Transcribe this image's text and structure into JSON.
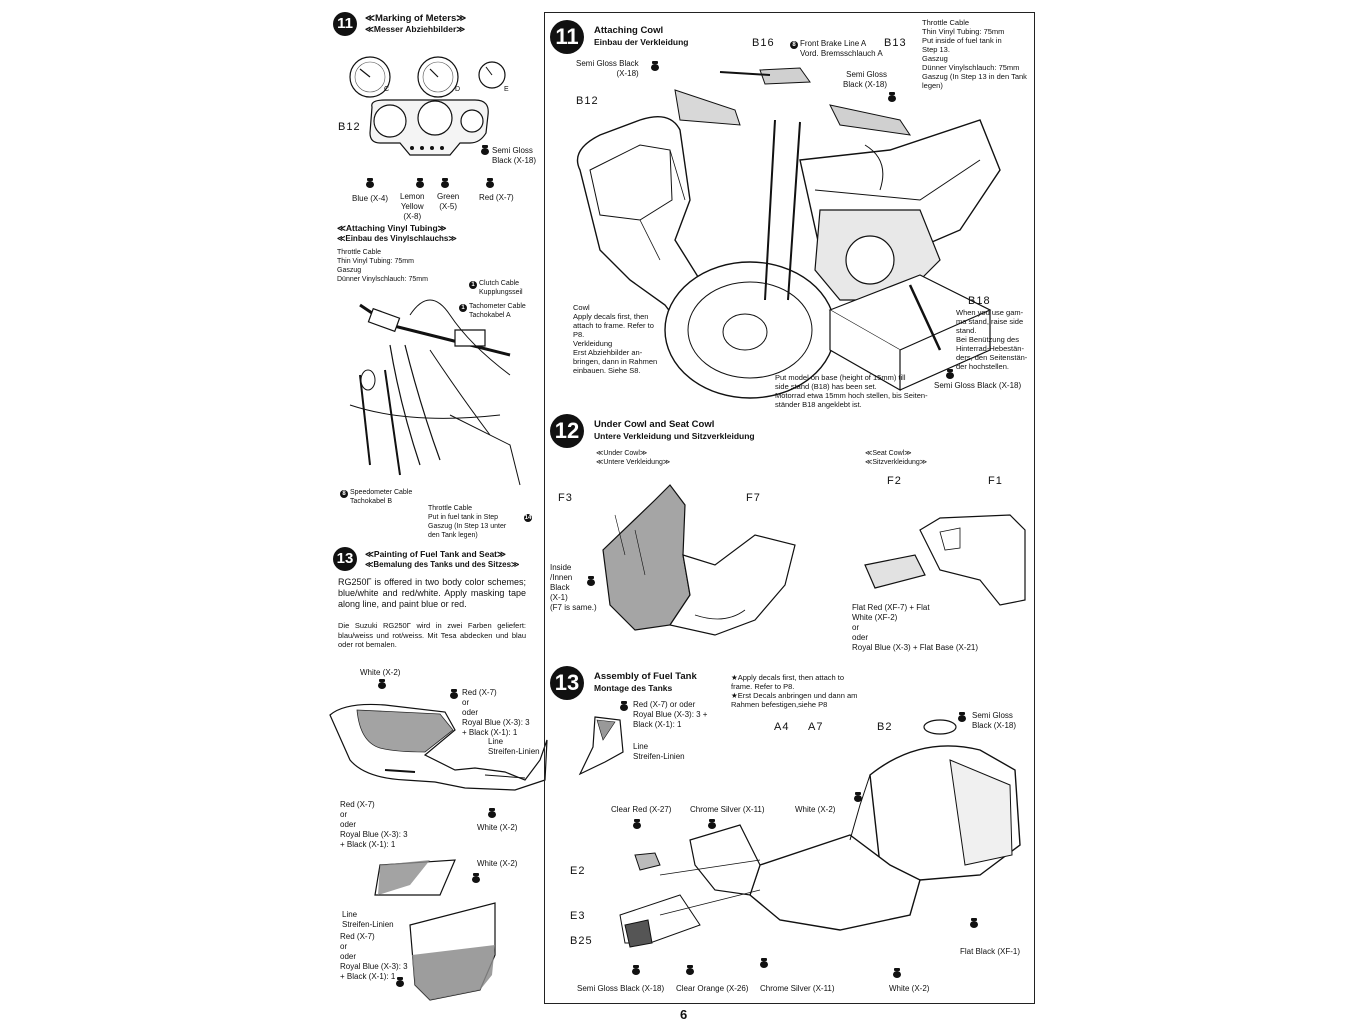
{
  "left": {
    "s11": {
      "num": "11",
      "title_en": "≪Marking of Meters≫",
      "title_de": "≪Messer Abziehbilder≫",
      "meter_c": "C",
      "meter_d": "D",
      "meter_e": "E",
      "part_b12": "B12",
      "semi_gloss": "Semi Gloss\nBlack (X-18)",
      "blue": "Blue (X-4)",
      "lemon": "Lemon\nYellow\n(X-8)",
      "green": "Green\n(X-5)",
      "red": "Red (X-7)"
    },
    "vinyl": {
      "title_en": "≪Attaching Vinyl Tubing≫",
      "title_de": "≪Einbau des Vinylschlauchs≫",
      "throttle": "Throttle Cable\nThin Vinyl Tubing: 75mm\nGaszug\nDünner Vinylschlauch: 75mm",
      "clutch_num": "1",
      "clutch": "Clutch Cable\nKupplungsseil",
      "tacho_num": "1",
      "tacho": "Tachometer Cable\nTachokabel A",
      "speedo_num": "8",
      "speedo": "Speedometer Cable\nTachokabel B",
      "throttle2": "Throttle Cable\nPut in fuel tank in Step\nGaszug (In Step 13 unter\nden Tank legen)",
      "step14": "14"
    },
    "s13": {
      "num": "13",
      "title_en": "≪Painting of Fuel Tank and Seat≫",
      "title_de": "≪Bemalung des Tanks und des Sitzes≫",
      "text_en": "RG250Γ is offered in two body color schemes; blue/white and red/white. Apply masking tape along line, and paint blue or red.",
      "text_de": "Die Suzuki RG250Γ wird in zwei Farben geliefert: blau/weiss und rot/weiss. Mit Tesa abdecken und blau oder rot bemalen.",
      "white_top": "White (X-2)",
      "red_opt_1": "Red (X-7)\nor\noder\nRoyal Blue (X-3): 3\n+ Black (X-1): 1",
      "line_1": "Line\nStreifen-Linien",
      "white_mid": "White (X-2)",
      "red_opt_2": "Red (X-7)\nor\noder\nRoyal Blue (X-3): 3\n+ Black (X-1): 1",
      "white_low": "White (X-2)",
      "line_2": "Line\nStreifen-Linien",
      "red_opt_3": "Red (X-7)\nor\noder\nRoyal Blue (X-3): 3\n+ Black (X-1): 1"
    }
  },
  "right": {
    "cowl": {
      "num": "11",
      "title_en": "Attaching Cowl",
      "title_de": "Einbau der Verkleidung",
      "b16": "B16",
      "front_brake_num": "8",
      "front_brake": "Front Brake Line A\nVord. Bremsschlauch A",
      "b13": "B13",
      "throttle": "Throttle Cable\nThin Vinyl Tubing: 75mm\nPut inside of fuel tank in\nStep 13.\nGaszug\nDünner Vinylschlauch: 75mm\nGaszug (In Step 13 in den Tank\nlegen)",
      "semi_gloss_l": "Semi Gloss Black\n(X-18)",
      "semi_gloss_r": "Semi Gloss\nBlack (X-18)",
      "b12": "B12",
      "cowl_text": "Cowl\nApply decals first, then\nattach to frame. Refer to\nP8.\nVerkleidung\nErst Abziehbilder an-\nbringen, dann in Rahmen\neinbauen. Siehe S8.",
      "b18": "B18",
      "stand_text": "When you use gam-\nma stand, raise side\nstand.\nBei Benützung des\nHinterrad-Hebestän-\nders, den Seitenstän-\nder hochstellen.",
      "base_text": "Put model on base (height of 15mm) till\nside stand (B18) has been set.\nMotorrad etwa 15mm hoch stellen, bis Seiten-\nständer B18 angeklebt ist.",
      "semi_gloss_b": "Semi Gloss Black (X-18)"
    },
    "s12": {
      "num": "12",
      "title_en": "Under Cowl and Seat Cowl",
      "title_de": "Untere Verkleidung und Sitzverkleidung",
      "under_en": "≪Under Cowl≫",
      "under_de": "≪Untere Verkleidung≫",
      "seat_en": "≪Seat Cowl≫",
      "seat_de": "≪Sitzverkleidung≫",
      "f3": "F3",
      "f7": "F7",
      "f2": "F2",
      "f1": "F1",
      "inside": "Inside\n/Innen\nBlack\n(X-1)\n(F7 is same.)",
      "flat_text": "Flat Red (XF-7) + Flat\nWhite (XF-2)\nor\noder\nRoyal Blue (X-3) + Flat Base (X-21)"
    },
    "s13": {
      "num": "13",
      "title_en": "Assembly of Fuel Tank",
      "title_de": "Montage des Tanks",
      "note": "★Apply decals first, then attach to\nframe. Refer to P8.\n★Erst Decals anbringen und dann am\nRahmen befestigen,siehe P8",
      "red_opt": "Red (X-7) or oder\nRoyal Blue (X-3): 3 +\nBlack (X-1): 1",
      "line": "Line\nStreifen-Linien",
      "a4": "A4",
      "a7": "A7",
      "b2": "B2",
      "semi_gloss_tr": "Semi Gloss\nBlack (X-18)",
      "white_r": "White (X-2)",
      "clear_red": "Clear Red (X-27)",
      "chrome_top": "Chrome Silver (X-11)",
      "e2": "E2",
      "e3": "E3",
      "b25": "B25",
      "semi_gloss_bl": "Semi Gloss Black (X-18)",
      "clear_orange": "Clear Orange (X-26)",
      "chrome_bot": "Chrome Silver (X-11)",
      "white_b": "White (X-2)",
      "flat_black": "Flat Black (XF-1)"
    }
  },
  "page_number": "6"
}
